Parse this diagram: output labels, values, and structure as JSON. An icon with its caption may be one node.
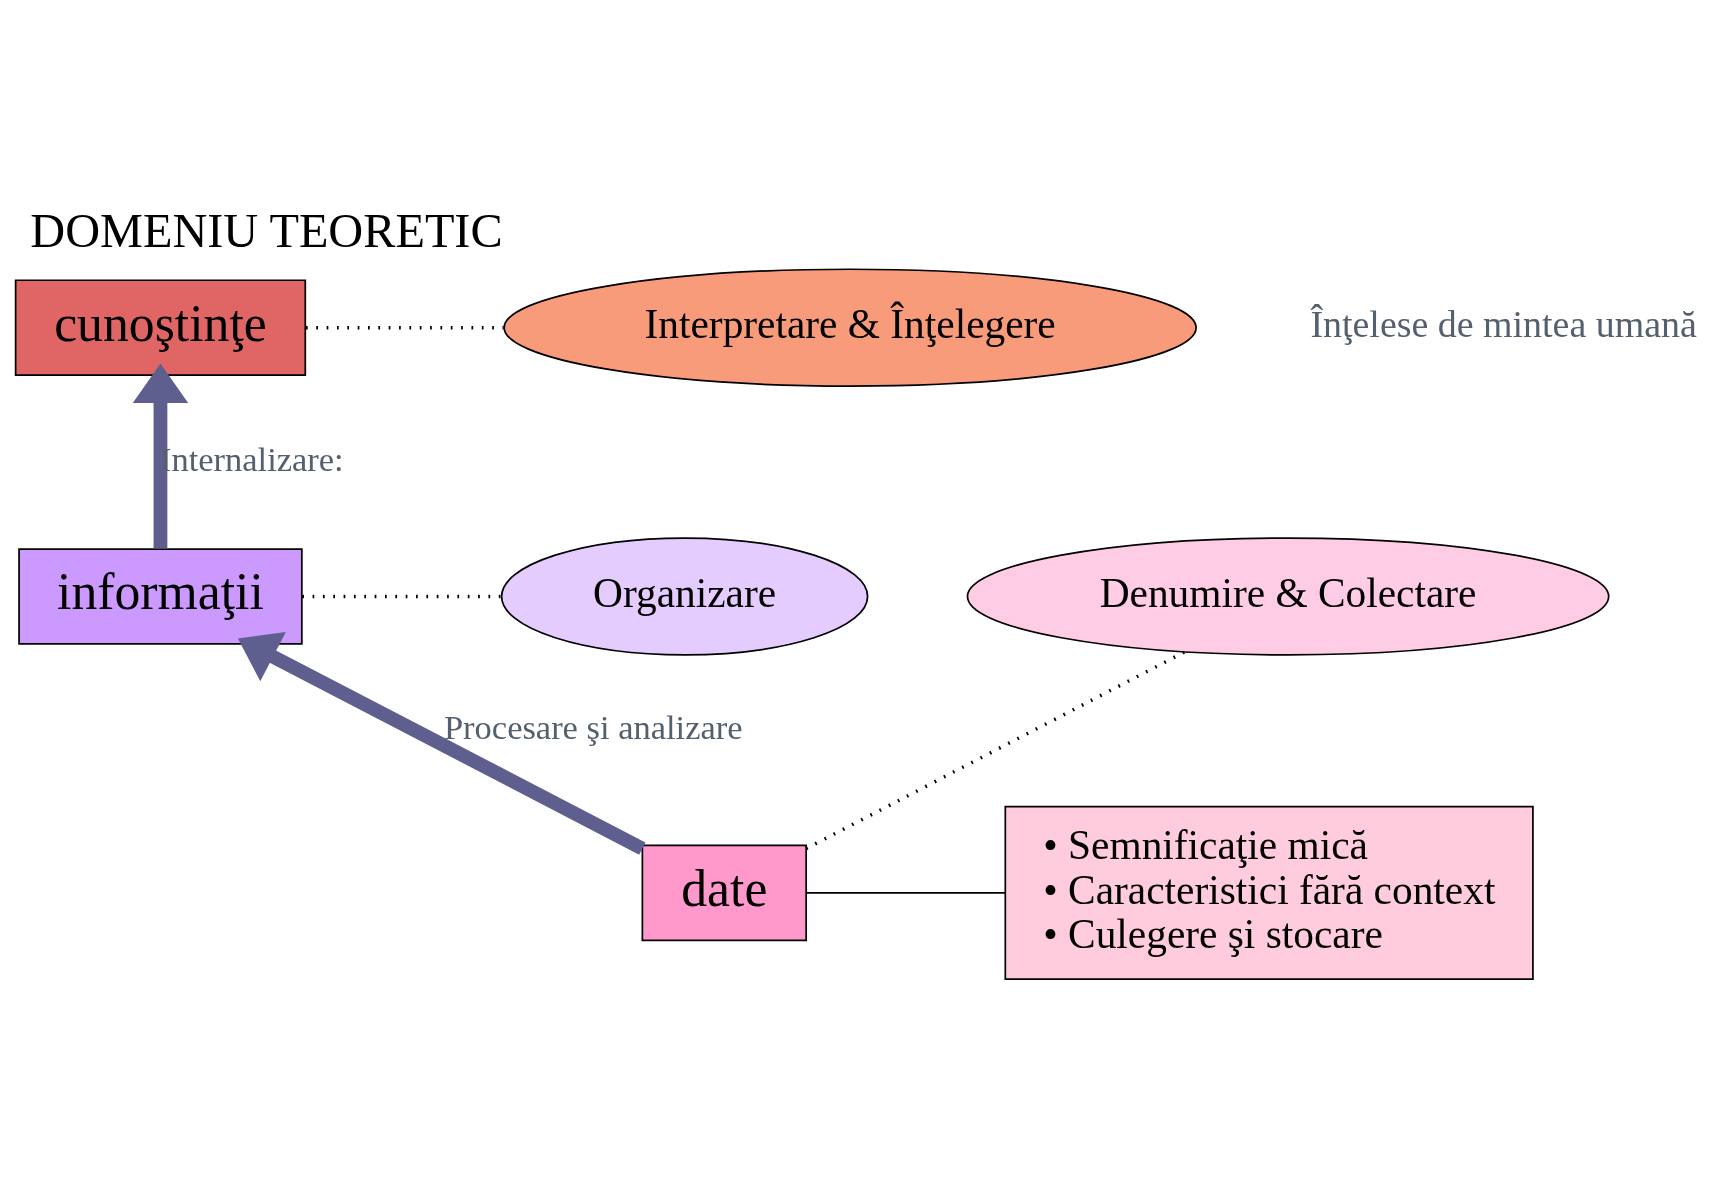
{
  "diagram": {
    "title": "DOMENIU TEORETIC",
    "nodes": [
      {
        "text": [
          "cunoştinţe"
        ]
      },
      {
        "text": [
          "Interpretare & Înţelegere"
        ]
      },
      {
        "text": [
          "informaţii"
        ]
      },
      {
        "text": [
          "Organizare"
        ]
      },
      {
        "text": [
          "date"
        ]
      },
      {
        "text": [
          "Denumire & Colectare"
        ]
      },
      {
        "text": [
          "• Semnificaţie mică",
          "• Caracteristici fără context",
          "• Culegere şi stocare"
        ]
      }
    ],
    "edges": [
      {
        "from": 4,
        "to": 2,
        "arrow": "to",
        "label": "Procesare şi analizare",
        "style": "thick",
        "color": "#5f5f8f"
      },
      {
        "from": 2,
        "to": 0,
        "arrow": "to",
        "label": "Internalizare:",
        "style": "thick",
        "color": "#5f5f8f"
      },
      {
        "from": 0,
        "to": 1,
        "arrow": "none",
        "style": "dashed"
      },
      {
        "from": 2,
        "to": 3,
        "arrow": "none",
        "style": "dashed"
      },
      {
        "from": 4,
        "to": 5,
        "arrow": "none",
        "style": "dashed"
      },
      {
        "from": 4,
        "to": 6,
        "arrow": "none"
      }
    ],
    "labels": [
      "Înţelese de mintea umană"
    ]
  }
}
